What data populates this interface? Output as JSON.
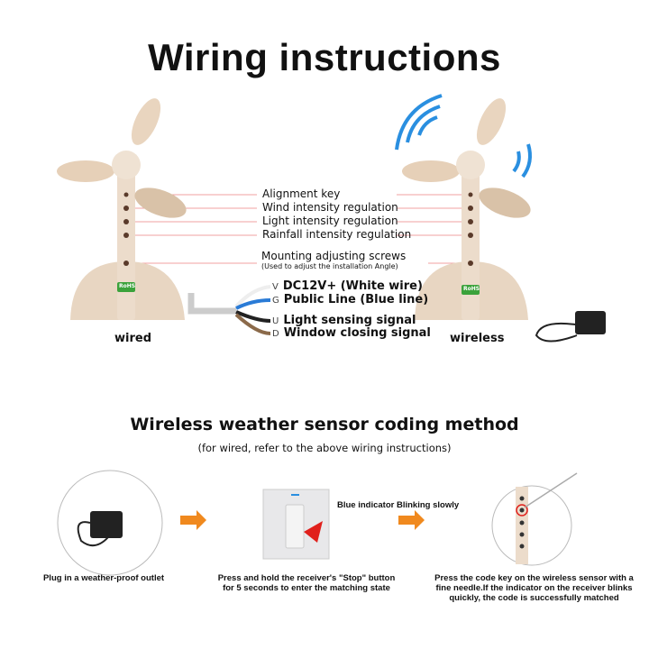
{
  "title": "Wiring instructions",
  "sensor_labels": {
    "alignment_key": "Alignment key",
    "wind": "Wind intensity regulation",
    "light": "Light intensity regulation",
    "rainfall": "Rainfall intensity regulation",
    "mounting": "Mounting adjusting screws",
    "mounting_note": "(Used to adjust the installation Angle)"
  },
  "wires": [
    {
      "code": "V",
      "label": "DC12V+ (White wire)",
      "color": "#eeeeee"
    },
    {
      "code": "G",
      "label": "Public Line (Blue line)",
      "color": "#2a7bd6"
    },
    {
      "code": "U",
      "label": "Light sensing signal",
      "color": "#222222"
    },
    {
      "code": "D",
      "label": "Window closing signal",
      "color": "#8b6a4a"
    }
  ],
  "captions": {
    "wired": "wired",
    "wireless": "wireless"
  },
  "badge": "RoHS",
  "coding": {
    "title": "Wireless weather sensor coding method",
    "subtitle": "(for wired, refer to the above wiring instructions)",
    "indicator_note": "Blue indicator Blinking slowly",
    "steps": [
      "Plug in a weather-proof outlet",
      "Press and hold the receiver's \"Stop\" button for 5 seconds to enter the matching state",
      "Press the code key on the wireless sensor with a fine needle.If the indicator on the receiver blinks quickly, the code is successfully matched"
    ]
  },
  "colors": {
    "sensor_body": "#ecdccb",
    "guide_line": "#f2a0a0",
    "arrow": "#f0891e",
    "signal": "#2a8fe0",
    "highlight": "#e0201c"
  }
}
